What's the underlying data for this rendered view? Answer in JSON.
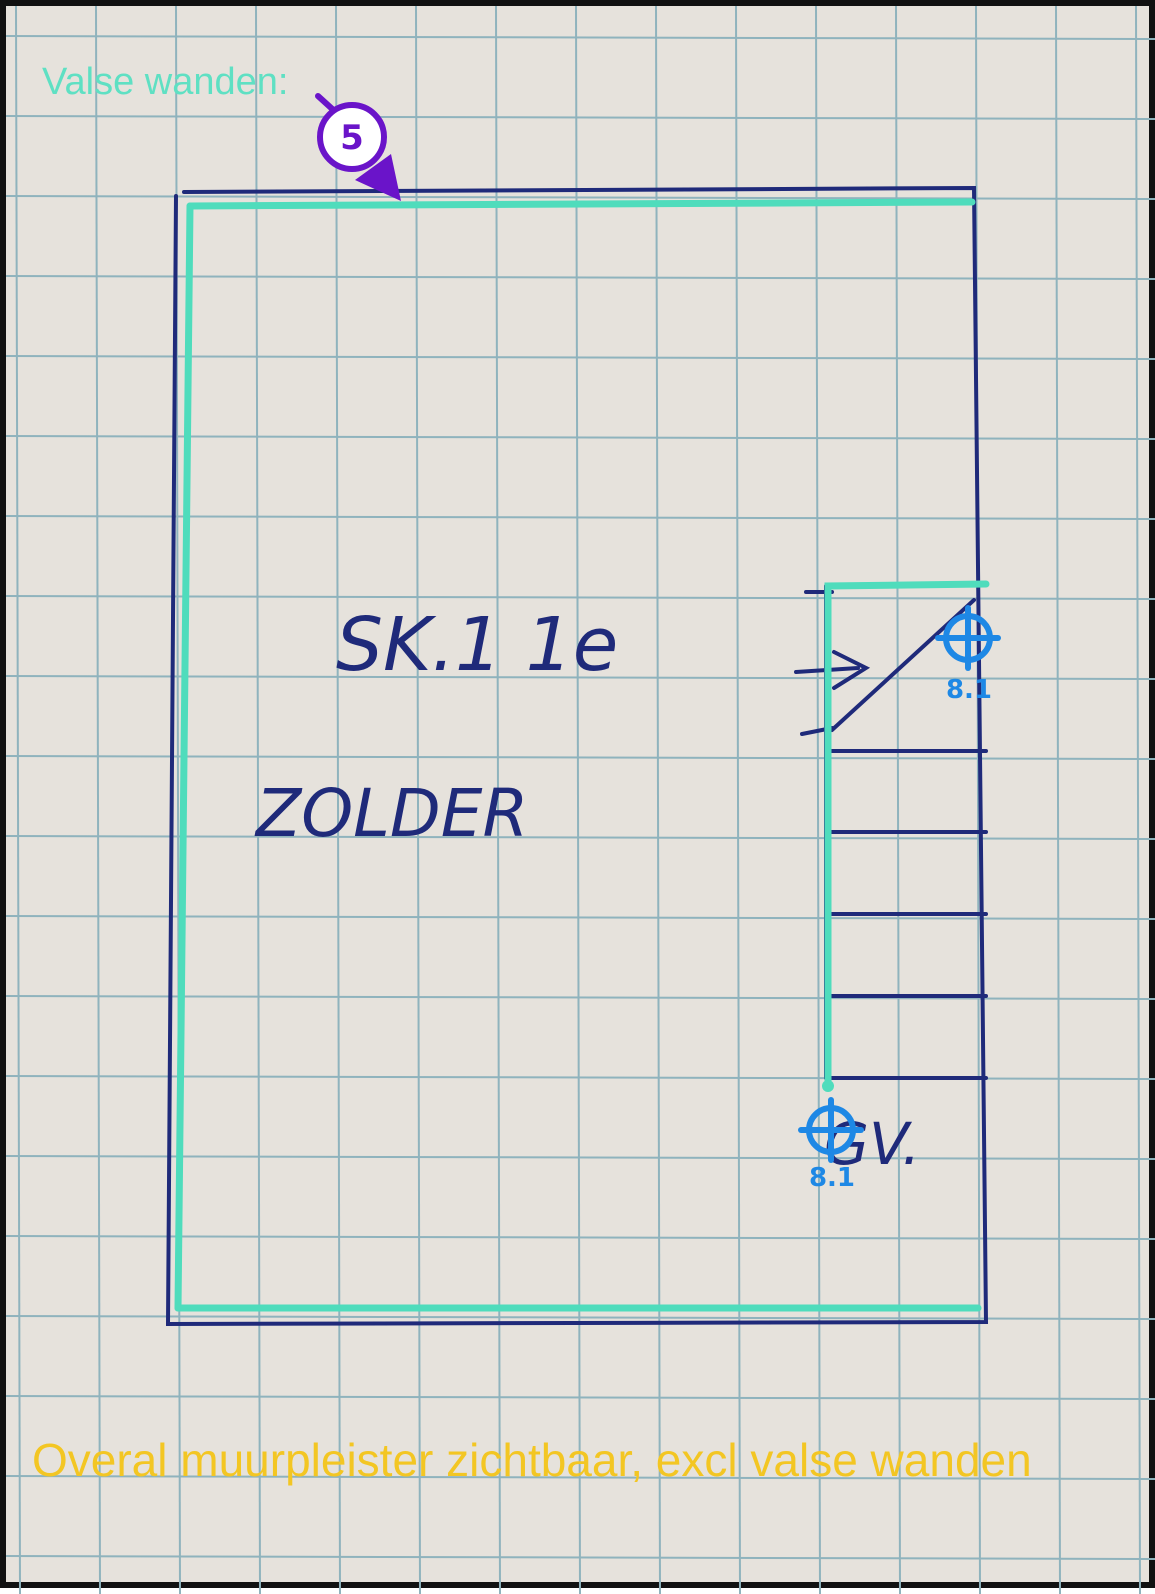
{
  "annotations": {
    "header_label": "Valse wanden:",
    "footer_note": "Overal muurpleister zichtbaar, excl valse wanden",
    "marker_number": "5",
    "target_1_label": "8.1",
    "target_2_label": "8.1"
  },
  "sketch": {
    "room_text_line1": "SK.1 1e",
    "room_text_line2": "ZOLDER",
    "stairs_text": "GV."
  },
  "colors": {
    "overlay_teal": "#4fdcbc",
    "header_teal": "#5fe0c3",
    "footer_yellow": "#f3c623",
    "marker_purple": "#6a14c9",
    "target_blue": "#1e88e5",
    "pen_blue": "#1f2a7a",
    "grid_line": "#8fb3bd",
    "paper": "#e6e2dc"
  },
  "icons": {
    "marker": "numbered-circle-marker",
    "target": "crosshair-target-icon"
  }
}
